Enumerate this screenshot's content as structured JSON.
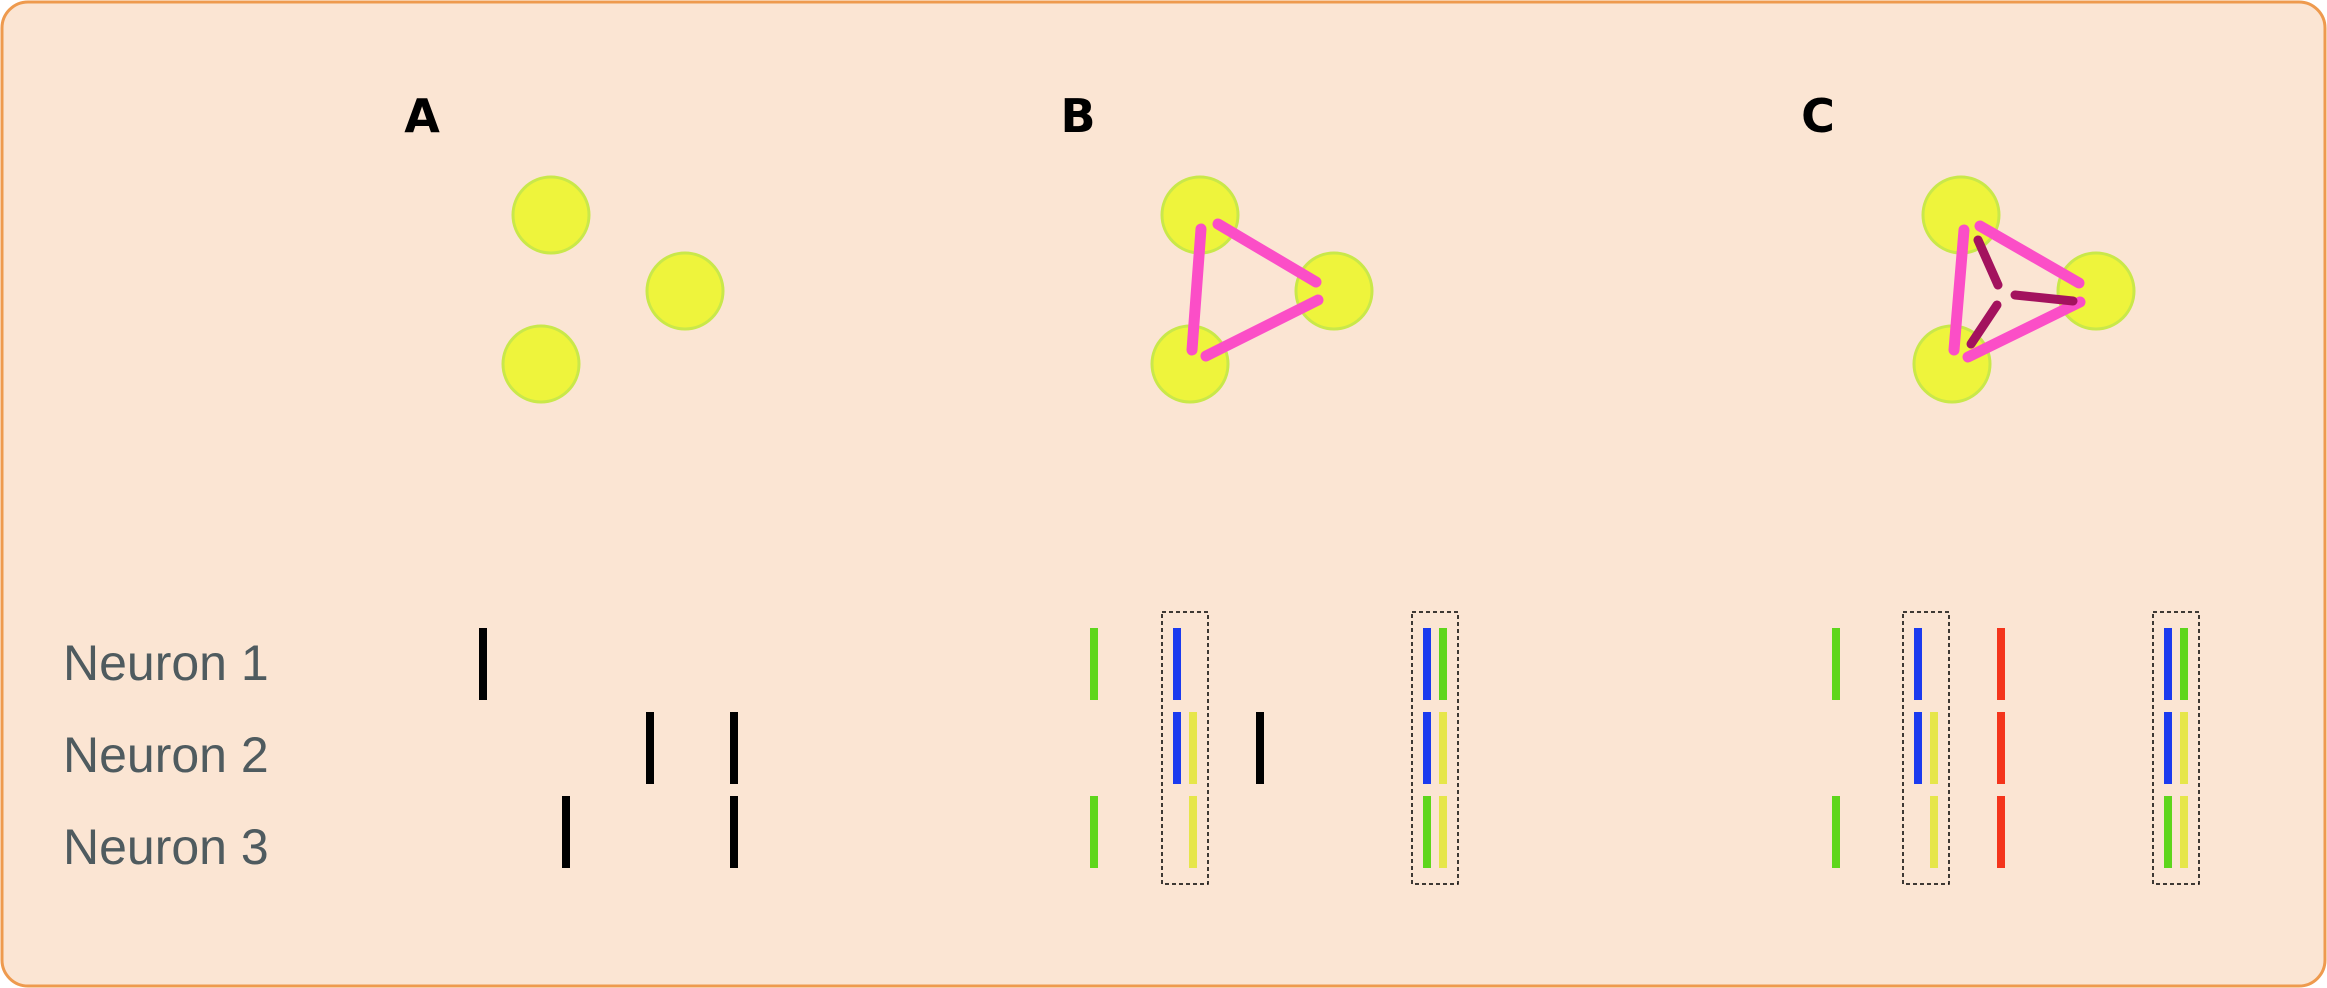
{
  "colors": {
    "background": "#fbe5d3",
    "border": "#ee9a4e",
    "neuron_fill": "#eef43c",
    "neuron_stroke": "#c9e84a",
    "edge": "#fb4ec7",
    "inner_edge": "#a3125e",
    "spike_black": "#000000",
    "spike_green": "#5ed61c",
    "spike_blue": "#1b3bef",
    "spike_yellow": "#e6e64a",
    "spike_red": "#f4351c",
    "group_box": "#000000"
  },
  "panels": [
    {
      "label": "A",
      "connectivity": "none"
    },
    {
      "label": "B",
      "connectivity": "pairwise"
    },
    {
      "label": "C",
      "connectivity": "pairwise + triplet"
    }
  ],
  "rows": [
    {
      "label": "Neuron 1"
    },
    {
      "label": "Neuron 2"
    },
    {
      "label": "Neuron 3"
    }
  ]
}
